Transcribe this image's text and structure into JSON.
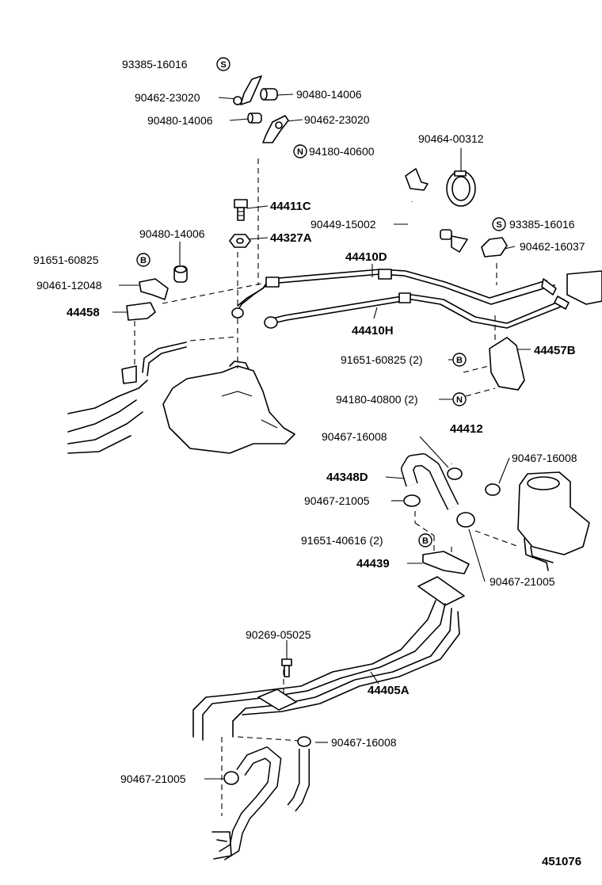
{
  "labels": {
    "p93385_16016_top": "93385-16016",
    "p90462_23020_a": "90462-23020",
    "p90480_14006_a": "90480-14006",
    "p90480_14006_b": "90480-14006",
    "p90462_23020_b": "90462-23020",
    "p94180_40600": "94180-40600",
    "p90464_00312": "90464-00312",
    "p44411C": "44411C",
    "p90449_15002": "90449-15002",
    "p93385_16016_right": "93385-16016",
    "p90480_14006_c": "90480-14006",
    "p44327A": "44327A",
    "p90462_16037": "90462-16037",
    "p91651_60825_a": "91651-60825",
    "p44410D": "44410D",
    "p90461_12048": "90461-12048",
    "p44458": "44458",
    "p44410H": "44410H",
    "p44457B": "44457B",
    "p91651_60825_b": "91651-60825 (2)",
    "p94180_40800": "94180-40800 (2)",
    "p44412": "44412",
    "p90467_16008_a": "90467-16008",
    "p90467_16008_b": "90467-16008",
    "p44348D": "44348D",
    "p90467_21005_a": "90467-21005",
    "p91651_40616": "91651-40616 (2)",
    "p44439": "44439",
    "p90467_21005_b": "90467-21005",
    "p90269_05025": "90269-05025",
    "p44405A": "44405A",
    "p90467_16008_c": "90467-16008",
    "p90467_21005_c": "90467-21005"
  },
  "badges": {
    "s_top": "S",
    "n_top": "N",
    "s_right": "S",
    "b_a": "B",
    "b_b": "B",
    "n_b": "N",
    "b_c": "B"
  },
  "figure_number": "451076",
  "colors": {
    "line": "#000000",
    "background": "#ffffff"
  }
}
